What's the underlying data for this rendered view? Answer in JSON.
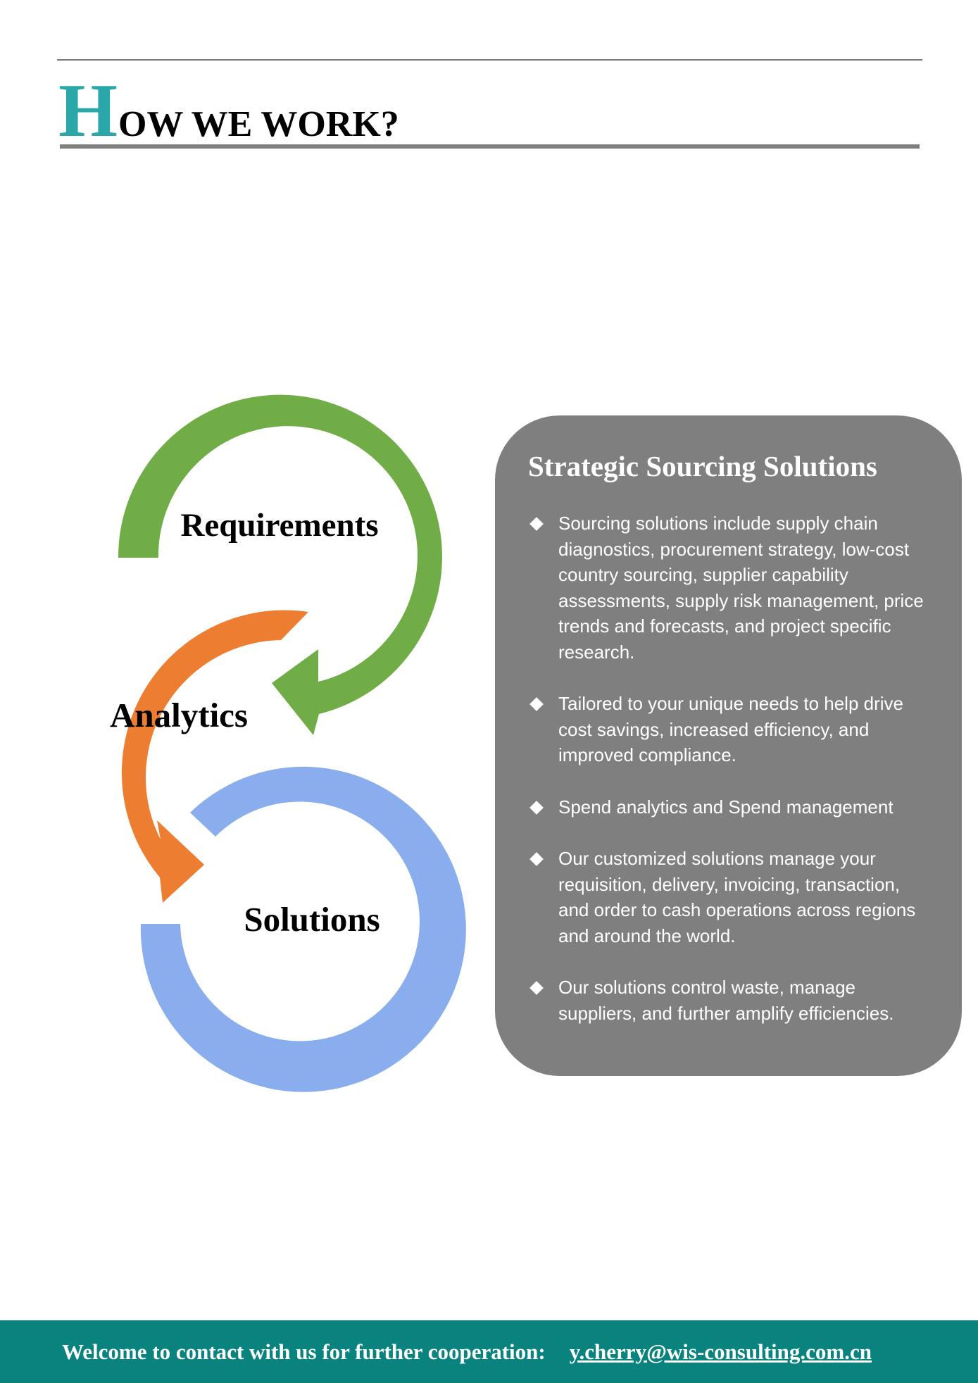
{
  "heading": {
    "initial": "H",
    "rest": "OW WE WORK?"
  },
  "colors": {
    "accent_teal": "#2aa7a9",
    "green_arrow": "#70ad47",
    "orange_arrow": "#ed7d31",
    "blue_arrow": "#8aaeed",
    "panel_gray": "#7f7f7f",
    "footer_teal": "#0a837f"
  },
  "cycle": {
    "steps": [
      {
        "label": "Requirements",
        "color": "green"
      },
      {
        "label": "Analytics",
        "color": "orange"
      },
      {
        "label": "Solutions",
        "color": "blue"
      }
    ]
  },
  "panel": {
    "title": "Strategic Sourcing Solutions",
    "bullet_icon": "diamond-icon",
    "bullets": [
      "Sourcing solutions include supply chain diagnostics, procurement strategy, low-cost country sourcing, supplier capability assessments, supply risk management, price trends and forecasts, and project specific research.",
      "Tailored to your unique needs to help drive cost savings, increased efficiency, and improved compliance.",
      "Spend analytics and Spend management",
      "Our customized solutions manage your requisition, delivery, invoicing, transaction, and order to cash operations across regions and around the world.",
      "Our solutions control waste, manage suppliers, and further amplify efficiencies."
    ]
  },
  "footer": {
    "text": "Welcome to contact with us for further cooperation:",
    "email": "y.cherry@wis-consulting.com.cn"
  }
}
